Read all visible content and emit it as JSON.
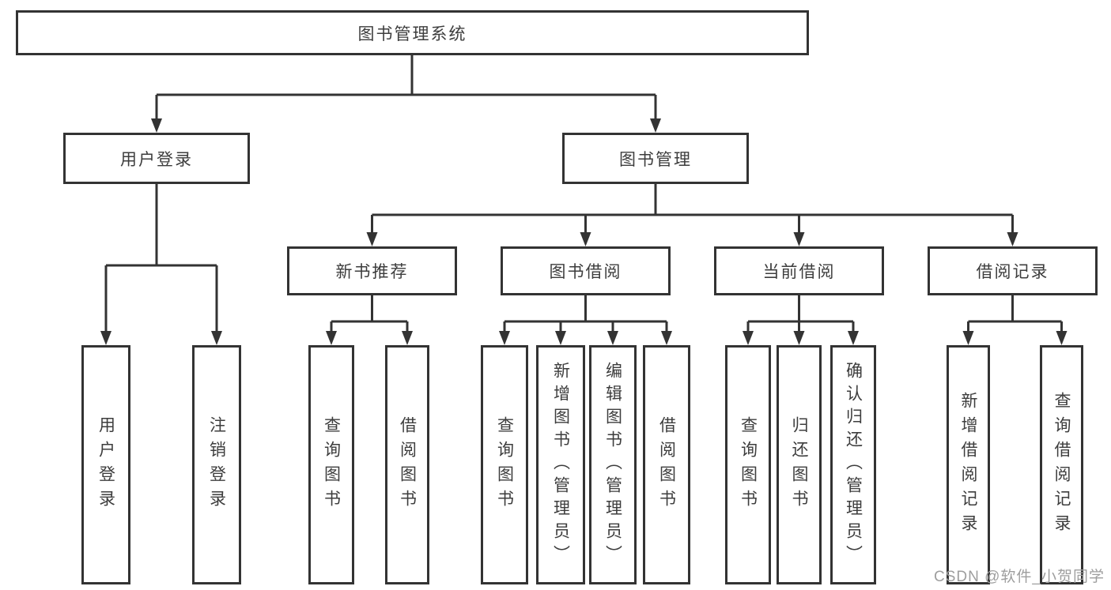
{
  "diagram": {
    "root": {
      "label": "图书管理系统"
    },
    "level2": [
      {
        "label": "用户登录"
      },
      {
        "label": "图书管理"
      }
    ],
    "level3": [
      {
        "label": "新书推荐"
      },
      {
        "label": "图书借阅"
      },
      {
        "label": "当前借阅"
      },
      {
        "label": "借阅记录"
      }
    ],
    "leaves": {
      "user_login": [
        "用户登录",
        "注销登录"
      ],
      "new_book": [
        "查询图书",
        "借阅图书"
      ],
      "book_borrowing": [
        "查询图书",
        "新增图书（管理员）",
        "编辑图书（管理员）",
        "借阅图书"
      ],
      "current_borrowing": [
        "查询图书",
        "归还图书",
        "确认归还（管理员）"
      ],
      "borrow_records": [
        "新增借阅记录",
        "查询借阅记录"
      ]
    }
  },
  "watermark": {
    "text": "CSDN @软件_小贺同学"
  },
  "colors": {
    "line": "#333333",
    "text": "#3d3d3d",
    "background": "#ffffff",
    "watermark": "#9e9e9e"
  }
}
